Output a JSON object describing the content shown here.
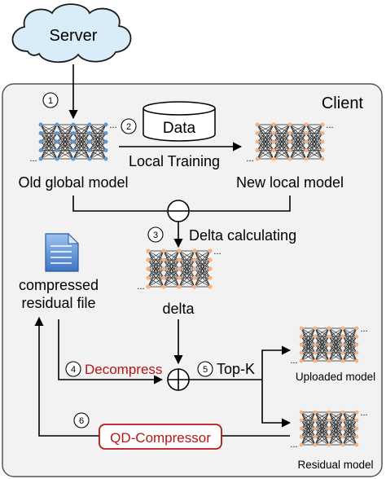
{
  "server": {
    "label": "Server"
  },
  "client": {
    "label": "Client"
  },
  "data_store": {
    "label": "Data"
  },
  "steps": [
    "1",
    "2",
    "3",
    "4",
    "5",
    "6"
  ],
  "labels": {
    "local_training": "Local Training",
    "old_global_model": "Old global model",
    "new_local_model": "New local model",
    "delta_calculating": "Delta calculating",
    "delta": "delta",
    "compressed_residual_file_line1": "compressed",
    "compressed_residual_file_line2": "residual file",
    "decompress": "Decompress",
    "top_k": "Top-K",
    "uploaded_model": "Uploaded model",
    "residual_model": "Residual model",
    "qd_compressor": "QD-Compressor",
    "ellipsis": "..."
  },
  "colors": {
    "accent_red": "#b81414",
    "client_panel": "#f2f2f2",
    "network_blue": "#5b9bd5",
    "network_orange": "#f4b183",
    "network_edge": "#222222",
    "document_blue": "#4a7fc9"
  }
}
